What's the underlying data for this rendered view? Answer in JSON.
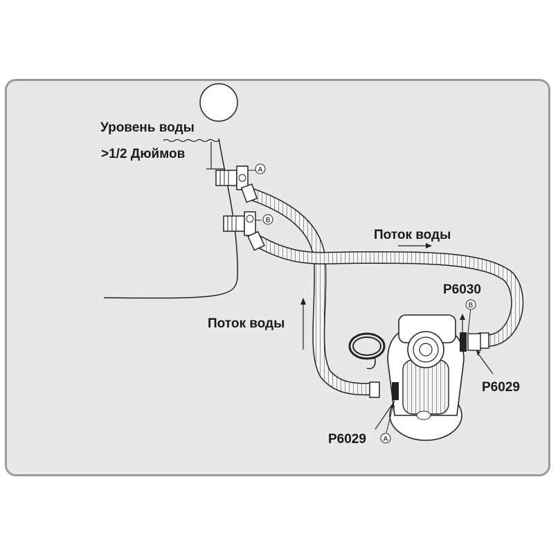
{
  "labels": {
    "water_level": "Уровень воды",
    "depth": ">1/2 Дюймов",
    "flow_top": "Поток воды",
    "flow_left": "Поток воды",
    "part_p6030": "P6030",
    "part_p6029_right": "P6029",
    "part_p6029_left": "P6029"
  },
  "markers": {
    "a_top": "A",
    "b_top": "B",
    "b_pump": "B",
    "a_pump": "A"
  }
}
